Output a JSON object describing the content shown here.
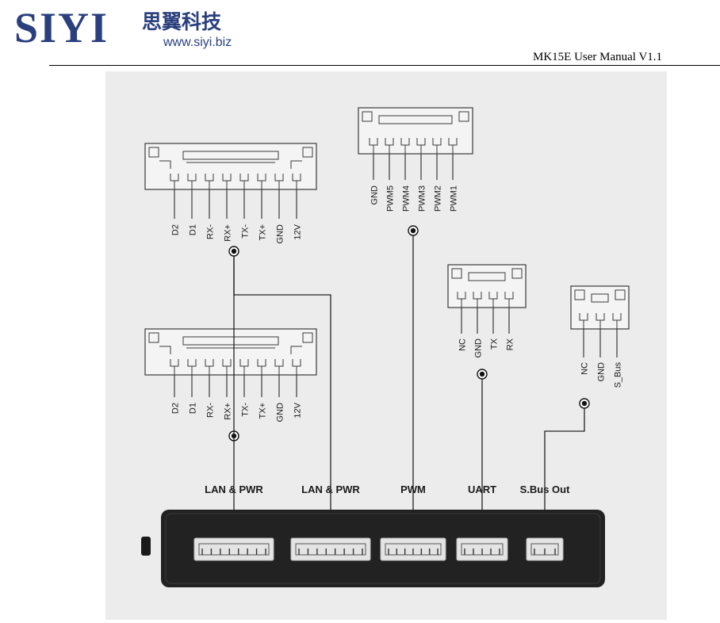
{
  "header": {
    "logo_text": "SIYI",
    "logo_cn": "思翼科技",
    "logo_url": "www.siyi.biz",
    "manual_title": "MK15E User Manual V1.1"
  },
  "diagram": {
    "connectors": [
      {
        "id": "lan-upper",
        "pins": [
          "D2",
          "D1",
          "RX-",
          "RX+",
          "TX-",
          "TX+",
          "GND",
          "12V"
        ]
      },
      {
        "id": "lan-lower",
        "pins": [
          "D2",
          "D1",
          "RX-",
          "RX+",
          "TX-",
          "TX+",
          "GND",
          "12V"
        ]
      },
      {
        "id": "pwm",
        "pins": [
          "GND",
          "PWM5",
          "PWM4",
          "PWM3",
          "PWM2",
          "PWM1"
        ]
      },
      {
        "id": "uart",
        "pins": [
          "NC",
          "GND",
          "TX",
          "RX"
        ]
      },
      {
        "id": "sbus",
        "pins": [
          "NC",
          "GND",
          "S_Bus"
        ]
      }
    ],
    "port_labels": [
      "LAN & PWR",
      "LAN & PWR",
      "PWM",
      "UART",
      "S.Bus Out"
    ]
  }
}
